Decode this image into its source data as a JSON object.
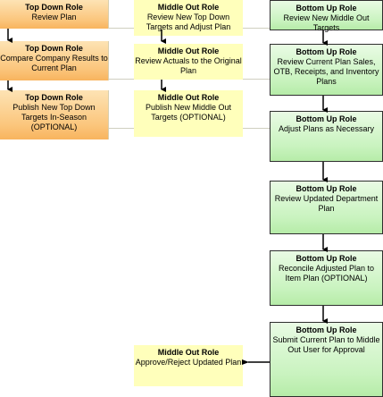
{
  "columns": {
    "top_down": [
      {
        "role": "Top Down Role",
        "desc": "Review Plan"
      },
      {
        "role": "Top Down Role",
        "desc": "Compare Company Results to Current Plan"
      },
      {
        "role": "Top Down Role",
        "desc": "Publish New Top Down Targets In-Season (OPTIONAL)"
      }
    ],
    "middle_out": [
      {
        "role": "Middle Out Role",
        "desc": "Review New Top Down Targets and Adjust Plan"
      },
      {
        "role": "Middle Out Role",
        "desc": "Review Actuals to the Original Plan"
      },
      {
        "role": "Middle Out Role",
        "desc": "Publish New Middle Out Targets (OPTIONAL)"
      },
      {
        "role": "Middle Out Role",
        "desc": "Approve/Reject Updated Plan"
      }
    ],
    "bottom_up": [
      {
        "role": "Bottom Up Role",
        "desc": "Review New Middle Out Targets"
      },
      {
        "role": "Bottom Up Role",
        "desc": "Review Current Plan Sales, OTB, Receipts, and Inventory Plans"
      },
      {
        "role": "Bottom Up Role",
        "desc": "Adjust Plans as Necessary"
      },
      {
        "role": "Bottom Up Role",
        "desc": "Review Updated Department Plan"
      },
      {
        "role": "Bottom Up Role",
        "desc": "Reconcile Adjusted Plan to Item Plan (OPTIONAL)"
      },
      {
        "role": "Bottom Up Role",
        "desc": "Submit Current Plan to Middle Out User for Approval"
      }
    ]
  }
}
